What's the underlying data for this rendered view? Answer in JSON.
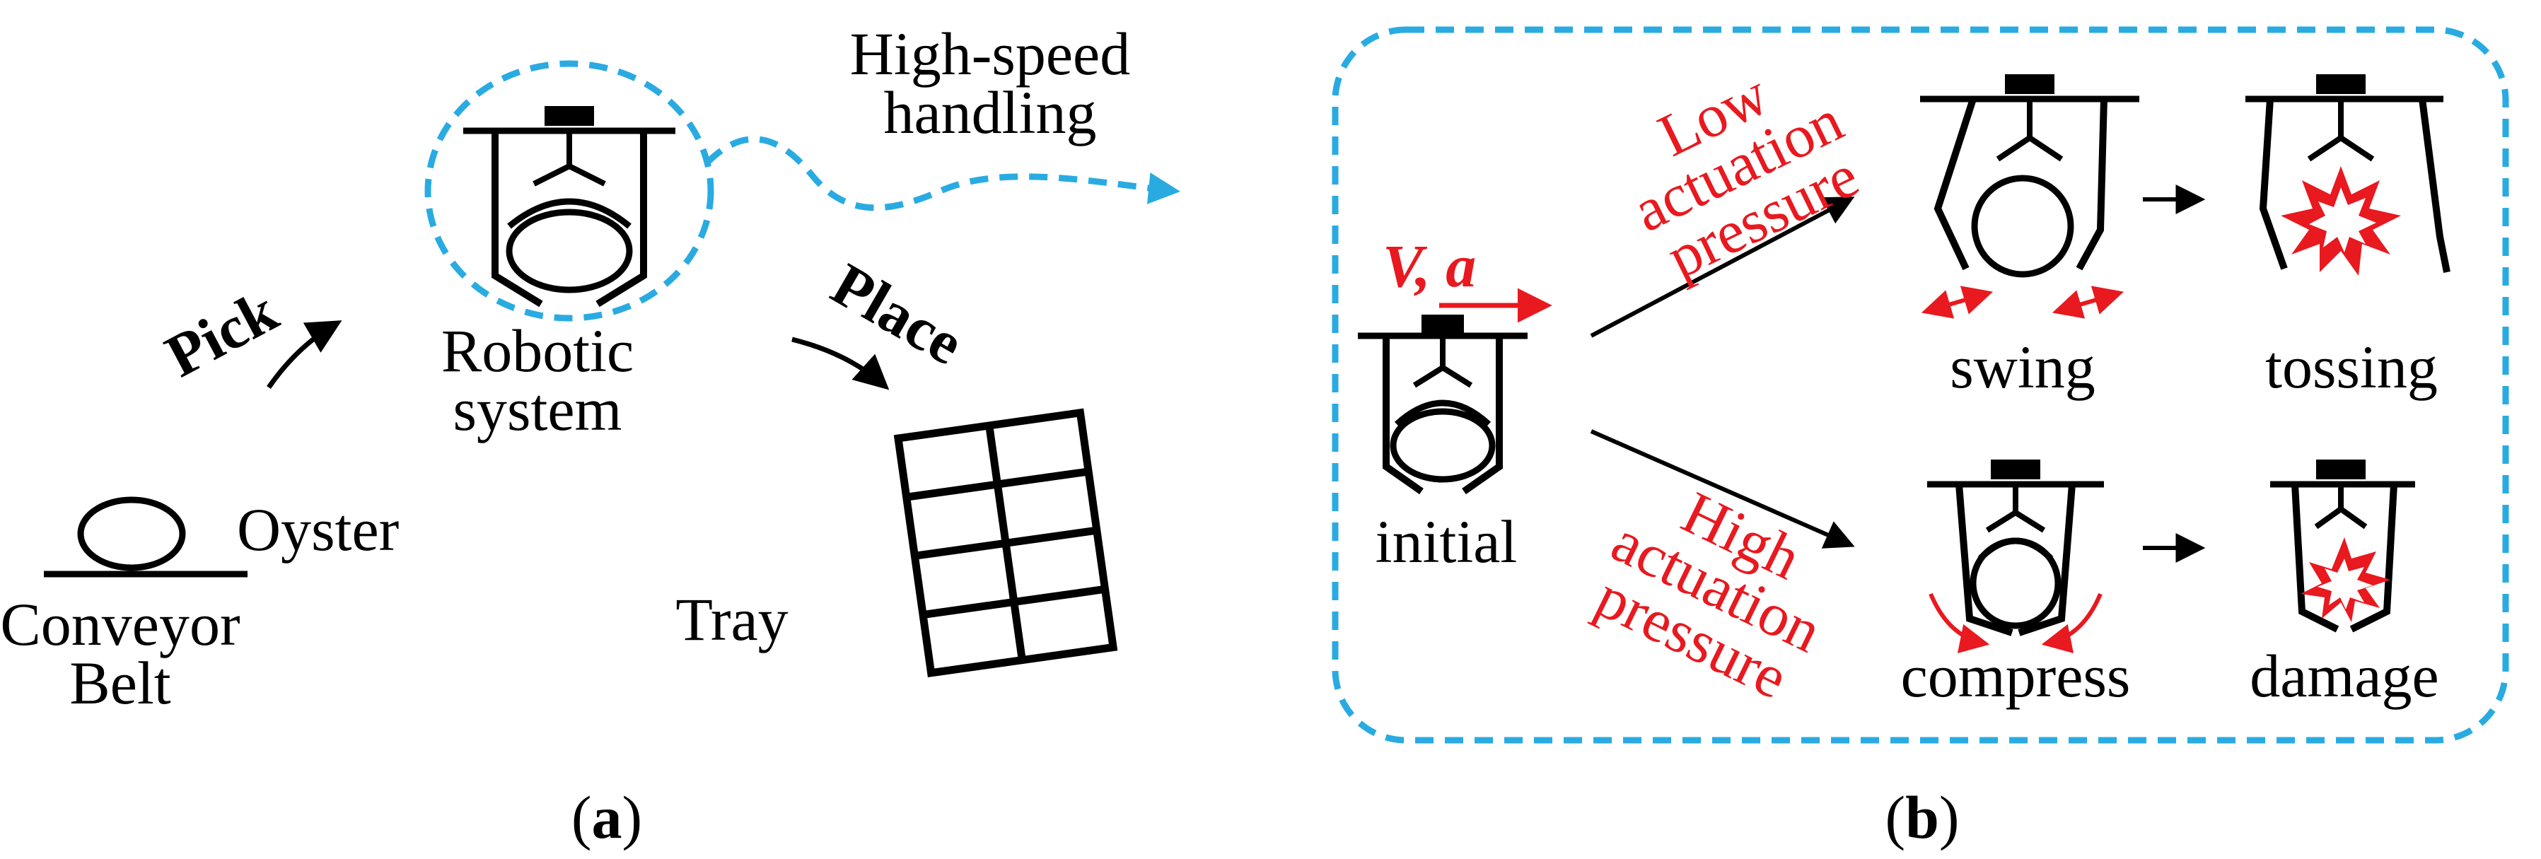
{
  "panel_a": {
    "label_open": "(",
    "label_letter": "a",
    "label_close": ")",
    "high_speed_line1": "High-speed",
    "high_speed_line2": "handling",
    "robotic_line1": "Robotic",
    "robotic_line2": "system",
    "pick": "Pick",
    "place": "Place",
    "oyster": "Oyster",
    "conveyor_line1": "Conveyor",
    "conveyor_line2": "Belt",
    "tray": "Tray"
  },
  "panel_b": {
    "label_open": "(",
    "label_letter": "b",
    "label_close": ")",
    "velocity": "V, a",
    "initial": "initial",
    "low_line1": "Low",
    "low_line2": "actuation",
    "low_line3": "pressure",
    "high_line1": "High",
    "high_line2": "actuation",
    "high_line3": "pressure",
    "swing": "swing",
    "tossing": "tossing",
    "compress": "compress",
    "damage": "damage"
  },
  "colors": {
    "accent_dashed": "#29abe2",
    "red": "#e8191f",
    "ink": "#000000"
  }
}
